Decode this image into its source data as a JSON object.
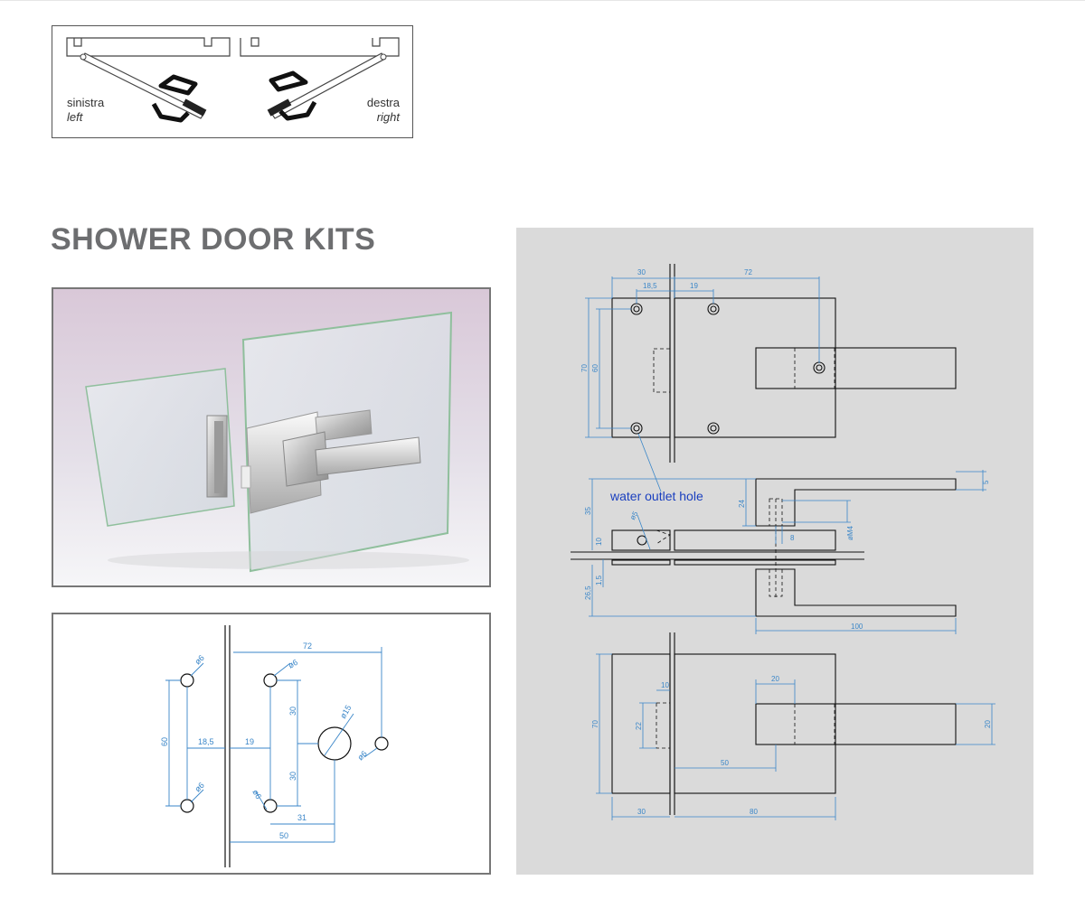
{
  "page": {
    "title": "SHOWER DOOR KITS"
  },
  "handing": {
    "left_it": "sinistra",
    "left_en": "left",
    "right_it": "destra",
    "right_en": "right"
  },
  "drill_template": {
    "dims": {
      "d72": "72",
      "d60": "60",
      "d18_5": "18,5",
      "d19": "19",
      "d30a": "30",
      "d30b": "30",
      "d31": "31",
      "d50": "50",
      "phi6_a": "ø6",
      "phi6_b": "ø6",
      "phi6_c": "ø6",
      "phi6_d": "ø6",
      "phi6_e": "ø6",
      "phi15": "ø15"
    }
  },
  "tech_drawing": {
    "annotation": "water outlet hole",
    "top_view": {
      "d30": "30",
      "d72": "72",
      "d18_5": "18,5",
      "d19": "19",
      "d70": "70",
      "d60": "60"
    },
    "side_view": {
      "d35": "35",
      "d10": "10",
      "d24": "24",
      "d5": "5",
      "d8": "8",
      "dM4": "øM4",
      "d26_5": "26,5",
      "d1_5": "1,5",
      "d100": "100",
      "phi5": "ø5"
    },
    "bottom_view": {
      "d70": "70",
      "d10": "10",
      "d22": "22",
      "d20a": "20",
      "d20b": "20",
      "d50": "50",
      "d30": "30",
      "d80": "80"
    }
  },
  "colors": {
    "dimension_blue": "#3a86c8",
    "annotation_blue": "#1a3fbf",
    "title_gray": "#6d6e70",
    "panel_gray": "#dadada"
  }
}
